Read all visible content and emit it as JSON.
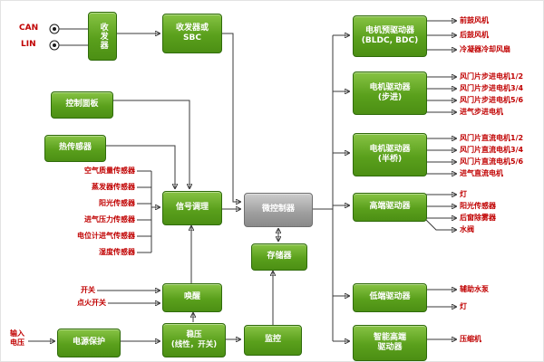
{
  "blocks": {
    "transceiver": {
      "label": "收发器"
    },
    "transceiver_sbc": {
      "line1": "收发器或",
      "line2": "SBC"
    },
    "control_panel": {
      "label": "控制面板"
    },
    "thermal_sensor": {
      "label": "热传感器"
    },
    "signal_conditioning": {
      "label": "信号调理"
    },
    "mcu": {
      "label": "微控制器"
    },
    "memory": {
      "label": "存储器"
    },
    "wakeup": {
      "label": "唤醒"
    },
    "regulator": {
      "line1": "稳压",
      "line2": "(线性，开关)"
    },
    "monitor": {
      "label": "监控"
    },
    "power_protection": {
      "label": "电源保护"
    },
    "motor_predriver": {
      "line1": "电机预驱动器",
      "line2": "(BLDC, BDC)"
    },
    "motor_driver_stepper": {
      "line1": "电机驱动器",
      "line2": "(步进)"
    },
    "motor_driver_halfbridge": {
      "line1": "电机驱动器",
      "line2": "(半桥)"
    },
    "high_side_driver": {
      "label": "高端驱动器"
    },
    "low_side_driver": {
      "label": "低端驱动器"
    },
    "smart_high_side_driver": {
      "line1": "智能高端",
      "line2": "驱动器"
    }
  },
  "inputs": {
    "can": "CAN",
    "lin": "LIN",
    "sensors": [
      "空气质量传感器",
      "蒸发器传感器",
      "阳光传感器",
      "进气压力传感器",
      "电位计进气传感器",
      "湿度传感器"
    ],
    "switch": "开关",
    "ignition_switch": "点火开关",
    "input_voltage_line1": "输入",
    "input_voltage_line2": "电压"
  },
  "outputs": {
    "predriver": [
      "前鼓风机",
      "后鼓风机",
      "冷凝器冷却风扇"
    ],
    "stepper": [
      "风门片步进电机1/2",
      "风门片步进电机3/4",
      "风门片步进电机5/6",
      "进气步进电机"
    ],
    "halfbridge": [
      "风门片直流电机1/2",
      "风门片直流电机3/4",
      "风门片直流电机5/6",
      "进气直流电机"
    ],
    "high_side": [
      "灯",
      "阳光传感器",
      "后窗除雾器",
      "水阀"
    ],
    "low_side": [
      "辅助水泵",
      "灯"
    ],
    "smart_high_side": [
      "压缩机"
    ]
  },
  "colors": {
    "block_green": "#5aa01c",
    "block_gray": "#9e9e9e",
    "label_red": "#c00000",
    "wire": "#3a3a3a"
  }
}
